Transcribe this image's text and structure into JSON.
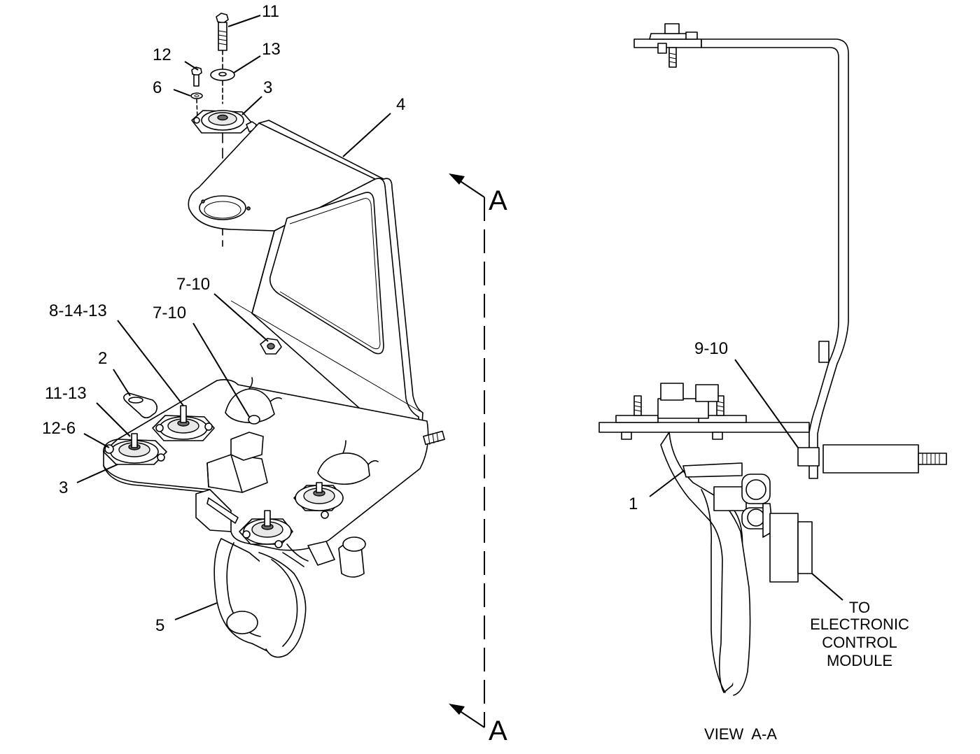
{
  "callouts": {
    "c11_top": "11",
    "c12": "12",
    "c13_top": "13",
    "c6": "6",
    "c3_top": "3",
    "c4": "4",
    "c7_10_a": "7-10",
    "c8_14_13": "8-14-13",
    "c7_10_b": "7-10",
    "c2": "2",
    "c11_13": "11-13",
    "c12_6": "12-6",
    "c3_bottom": "3",
    "c5": "5",
    "c9_10": "9-10",
    "c1": "1"
  },
  "section": {
    "top_letter": "A",
    "bottom_letter": "A"
  },
  "notes": {
    "ecm_line1": "TO",
    "ecm_line2": "ELECTRONIC",
    "ecm_line3": "CONTROL",
    "ecm_line4": "MODULE",
    "view_caption": "VIEW  A-A"
  }
}
